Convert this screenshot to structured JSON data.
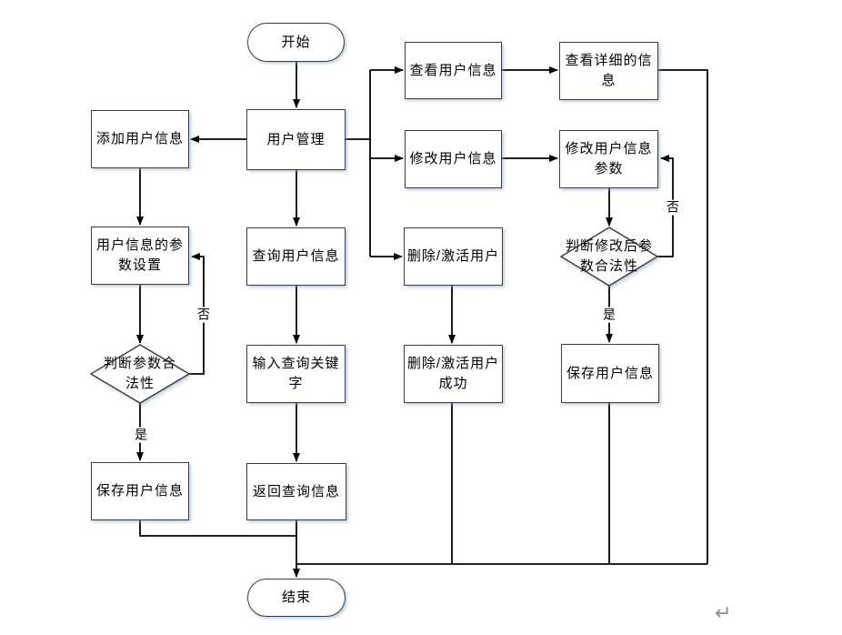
{
  "nodes": {
    "start": {
      "label": "开始"
    },
    "user_management": {
      "label": "用户管理"
    },
    "add_user_info": {
      "label": "添加用户信息"
    },
    "user_info_param_setting": {
      "label": "用户信息的参数设置"
    },
    "check_param_validity": {
      "label": "判断参数合法性"
    },
    "save_user_info_left": {
      "label": "保存用户信息"
    },
    "query_user_info": {
      "label": "查询用户信息"
    },
    "input_query_keyword": {
      "label": "输入查询关键字"
    },
    "return_query_info": {
      "label": "返回查询信息"
    },
    "view_user_info": {
      "label": "查看用户信息"
    },
    "view_detailed_info": {
      "label": "查看详细的信息"
    },
    "modify_user_info": {
      "label": "修改用户信息"
    },
    "modify_user_info_param": {
      "label": "修改用户信息参数"
    },
    "check_modified_param_validity": {
      "label": "判断修改后参数合法性"
    },
    "save_user_info_right": {
      "label": "保存用户信息"
    },
    "delete_activate_user": {
      "label": "删除/激活用户"
    },
    "delete_activate_success": {
      "label": "删除/激活用户成功"
    },
    "end": {
      "label": "结束"
    }
  },
  "edge_labels": {
    "no_left": "否",
    "yes_left": "是",
    "no_right": "否",
    "yes_right": "是"
  },
  "marks": {
    "return_mark": "↵"
  },
  "colors": {
    "line": "#000000",
    "node_border": "#3d3d3d",
    "node_fill": "#ffffff",
    "text": "#000000",
    "shadow": "#8ca5c3",
    "return_mark": "#8a8a8a"
  }
}
